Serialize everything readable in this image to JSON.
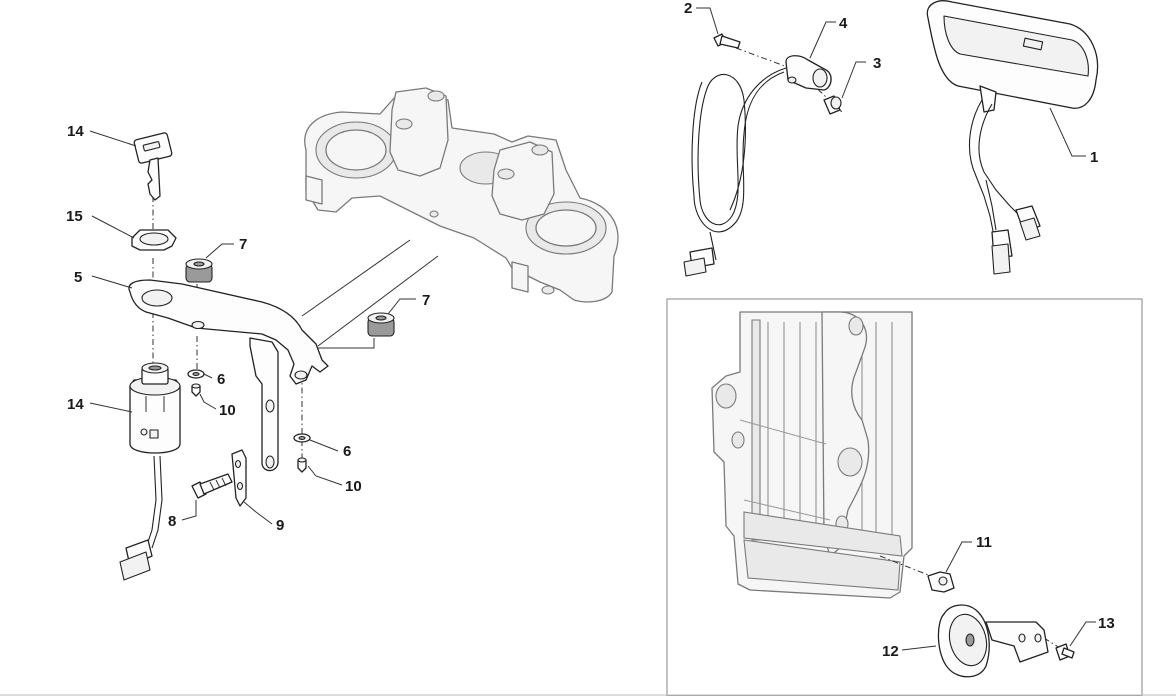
{
  "diagram": {
    "callouts": [
      {
        "id": "c14a",
        "label": "14"
      },
      {
        "id": "c15",
        "label": "15"
      },
      {
        "id": "c7a",
        "label": "7"
      },
      {
        "id": "c5",
        "label": "5"
      },
      {
        "id": "c7b",
        "label": "7"
      },
      {
        "id": "c6a",
        "label": "6"
      },
      {
        "id": "c10a",
        "label": "10"
      },
      {
        "id": "c14b",
        "label": "14"
      },
      {
        "id": "c6b",
        "label": "6"
      },
      {
        "id": "c10b",
        "label": "10"
      },
      {
        "id": "c8",
        "label": "8"
      },
      {
        "id": "c9",
        "label": "9"
      },
      {
        "id": "c2",
        "label": "2"
      },
      {
        "id": "c4",
        "label": "4"
      },
      {
        "id": "c3",
        "label": "3"
      },
      {
        "id": "c1",
        "label": "1"
      },
      {
        "id": "c11",
        "label": "11"
      },
      {
        "id": "c12",
        "label": "12"
      },
      {
        "id": "c13",
        "label": "13"
      }
    ],
    "parts": [
      {
        "id": "ignition-key",
        "icon": "key-icon"
      },
      {
        "id": "ring-nut",
        "icon": "ring-icon"
      },
      {
        "id": "rubber-spacer",
        "icon": "spacer-icon"
      },
      {
        "id": "mounting-bracket",
        "icon": "bracket-icon"
      },
      {
        "id": "washer",
        "icon": "washer-icon"
      },
      {
        "id": "screw",
        "icon": "screw-icon"
      },
      {
        "id": "ignition-switch",
        "icon": "switch-icon"
      },
      {
        "id": "bolt",
        "icon": "bolt-icon"
      },
      {
        "id": "clip-plate",
        "icon": "plate-icon"
      },
      {
        "id": "speed-sensor",
        "icon": "sensor-icon"
      },
      {
        "id": "instrument-panel",
        "icon": "dashboard-icon"
      },
      {
        "id": "horn",
        "icon": "horn-icon"
      },
      {
        "id": "radiator",
        "icon": "radiator-icon"
      },
      {
        "id": "steering-head",
        "icon": "yoke-icon"
      }
    ],
    "colors": {
      "stroke": "#222222",
      "ghost": "#7a7a7a",
      "inset_border": "#9a9a9a",
      "background": "#ffffff"
    }
  }
}
